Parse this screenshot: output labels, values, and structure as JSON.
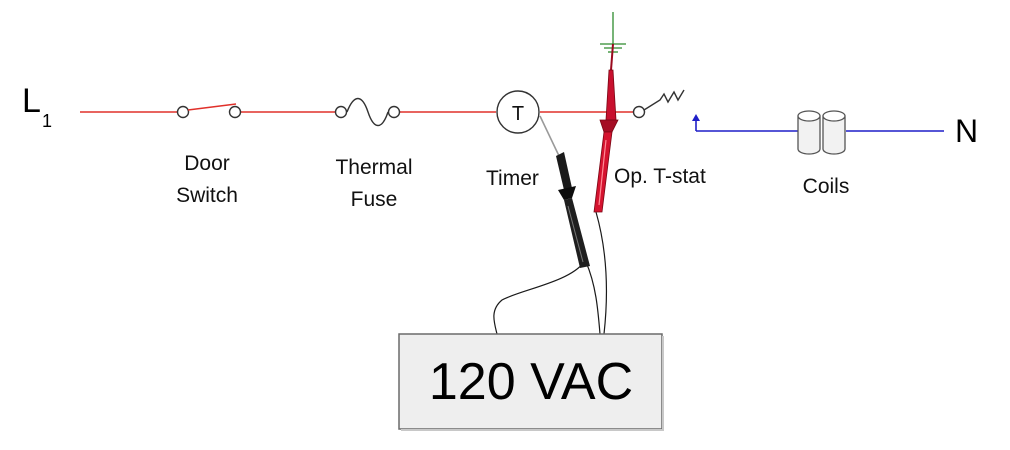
{
  "labels": {
    "line": "L",
    "line_subscript": "1",
    "neutral": "N",
    "door_switch_line1": "Door",
    "door_switch_line2": "Switch",
    "thermal_fuse_line1": "Thermal",
    "thermal_fuse_line2": "Fuse",
    "timer": "Timer",
    "timer_symbol": "T",
    "op_tstat": "Op. T-stat",
    "coils": "Coils",
    "meter_reading": "120 VAC"
  },
  "colors": {
    "hot_wire": "#e0302a",
    "neutral_wire": "#1f1fc8",
    "ground": "#2e8b2e",
    "red_probe": "#c8102e",
    "black_probe": "#1a1a1a",
    "meter_fill": "#eeeeee",
    "meter_border": "#6a6a6a"
  },
  "icons": {
    "ground": "ground-symbol-icon",
    "door_switch": "open-switch-icon",
    "thermal_fuse": "fuse-icon",
    "timer": "timer-circle-icon",
    "op_tstat": "thermostat-switch-icon",
    "coils": "coil-icon",
    "red_probe": "red-test-probe-icon",
    "black_probe": "black-test-probe-icon"
  }
}
